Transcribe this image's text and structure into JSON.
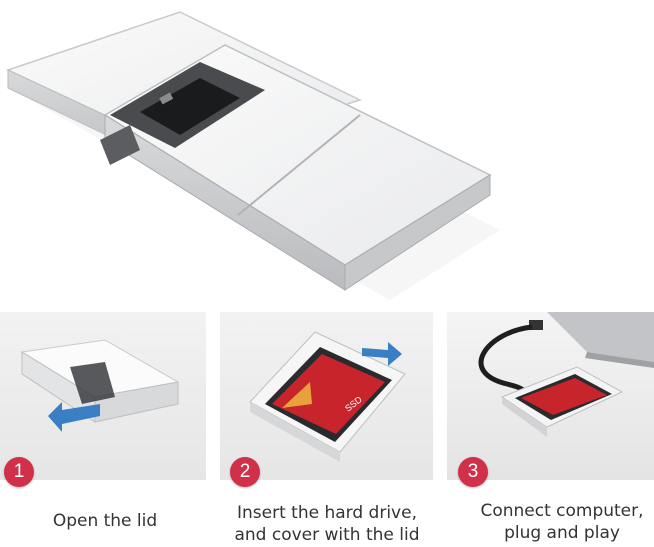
{
  "steps": [
    {
      "number": "1",
      "caption": "Open the lid"
    },
    {
      "number": "2",
      "caption": "Insert the hard drive,\nand cover with the lid"
    },
    {
      "number": "3",
      "caption": "Connect computer,\nplug and play"
    }
  ],
  "ssd_label": "SSD",
  "colors": {
    "badge": "#d1304a",
    "arrow": "#3a7fc4",
    "ssd_red": "#c8242b"
  },
  "icons": {
    "arrow_left": "arrow-left-icon",
    "arrow_right": "arrow-right-icon"
  }
}
